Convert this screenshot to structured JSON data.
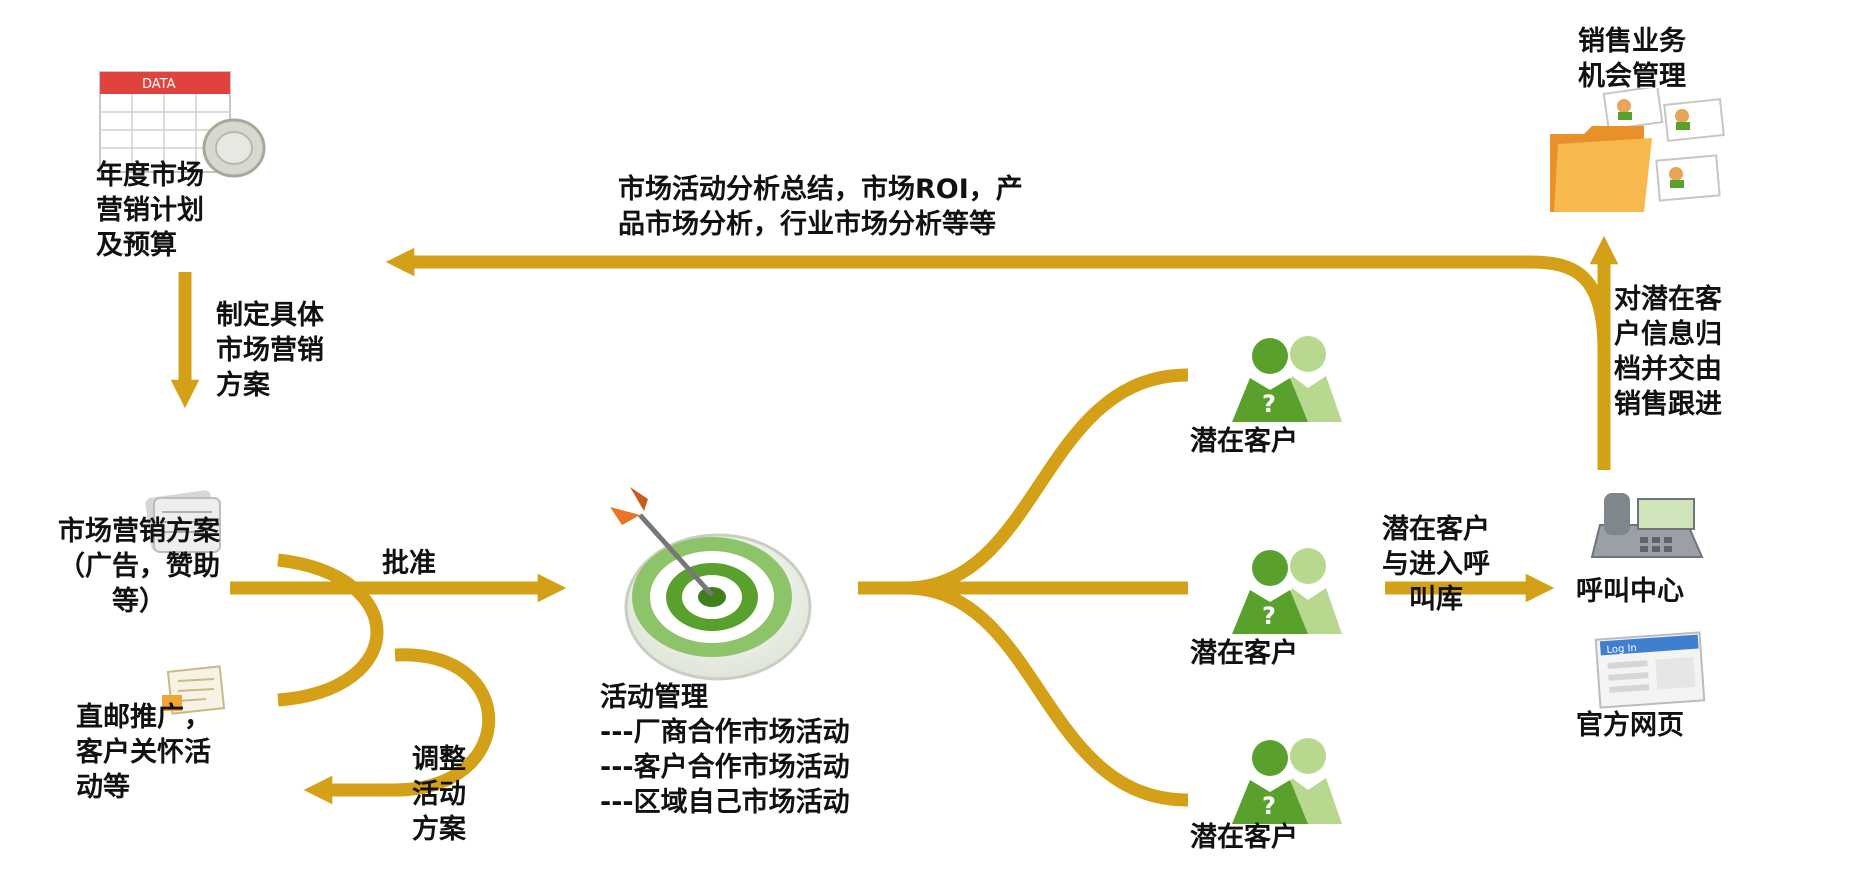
{
  "colors": {
    "arrow": "#d4a017",
    "text": "#111111",
    "green": "#5aa02c",
    "light_green": "#b8d890",
    "sheet_red": "#e0433d",
    "folder_orange": "#f2a534",
    "phone_gray": "#8a9096",
    "web_blue": "#3e7fd0"
  },
  "nodes": {
    "annual_plan": {
      "lines": [
        "年度市场",
        "营销计划",
        "及预算"
      ],
      "icon": "spreadsheet-icon",
      "icon_text": "DATA"
    },
    "marketing_plan": {
      "lines": [
        "市场营销方案",
        "（广告，赞助",
        "等）"
      ],
      "icon": "document-icon"
    },
    "direct_mail": {
      "lines": [
        "直邮推广，",
        "客户关怀活",
        "动等"
      ],
      "icon": "mail-document-icon"
    },
    "activity_management": {
      "lines": [
        "活动管理",
        "---厂商合作市场活动",
        "---客户合作市场活动",
        "---区域自己市场活动"
      ],
      "icon": "target-icon"
    },
    "prospect_1": {
      "label": "潜在客户",
      "icon": "question-person-icon"
    },
    "prospect_2": {
      "label": "潜在客户",
      "icon": "question-person-icon"
    },
    "prospect_3": {
      "label": "潜在客户",
      "icon": "question-person-icon"
    },
    "call_center": {
      "label": "呼叫中心",
      "icon": "telephone-icon"
    },
    "official_web": {
      "label": "官方网页",
      "icon": "webpage-icon",
      "icon_text": "Log In"
    },
    "sales_opportunity": {
      "lines": [
        "销售业务",
        "机会管理"
      ],
      "icon": "folder-contacts-icon"
    }
  },
  "edges": {
    "make_plan": {
      "lines": [
        "制定具体",
        "市场营销",
        "方案"
      ]
    },
    "approve": {
      "label": "批准"
    },
    "adjust": {
      "lines": [
        "调整",
        "活动",
        "方案"
      ]
    },
    "to_call_db": {
      "lines": [
        "潜在客户",
        "与进入呼",
        "叫库"
      ]
    },
    "archive": {
      "lines": [
        "对潜在客",
        "户信息归",
        "档并交由",
        "销售跟进"
      ]
    },
    "feedback": {
      "lines": [
        "市场活动分析总结，市场ROI，产",
        "品市场分析，行业市场分析等等"
      ]
    }
  }
}
